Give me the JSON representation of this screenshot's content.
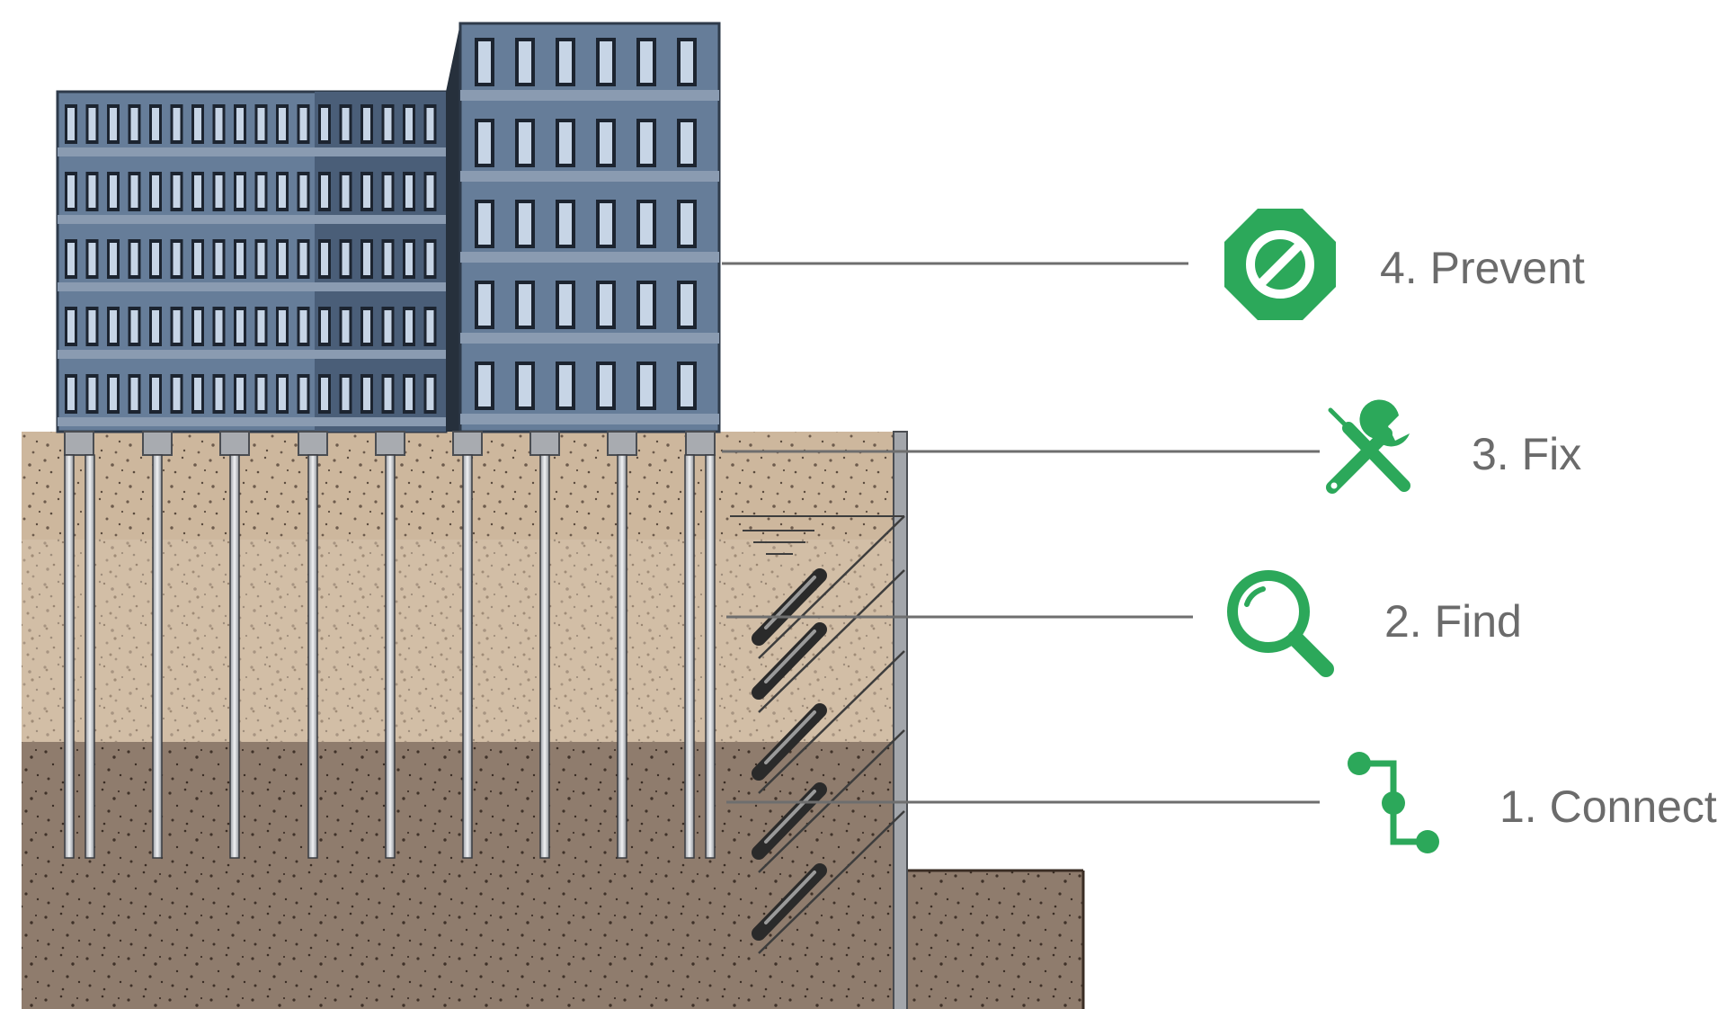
{
  "steps": [
    {
      "number": 4,
      "label": "4. Prevent",
      "icon": "prevent-octagon-icon"
    },
    {
      "number": 3,
      "label": "3. Fix",
      "icon": "wrench-screwdriver-icon"
    },
    {
      "number": 2,
      "label": "2. Find",
      "icon": "magnifier-icon"
    },
    {
      "number": 1,
      "label": "1. Connect",
      "icon": "connect-path-icon"
    }
  ],
  "colors": {
    "accent": "#2ca85a",
    "label": "#6b6b6b",
    "leader": "#6e6e6e",
    "building": "#667d99",
    "building_dark": "#4a5e78",
    "window": "#c7d5e6",
    "soil_upper": "#cdb79d",
    "soil_lower": "#8f7c6d",
    "wall": "#a3a6ab",
    "pile": "#cfd2d6",
    "anchor": "#3d3d3d"
  }
}
